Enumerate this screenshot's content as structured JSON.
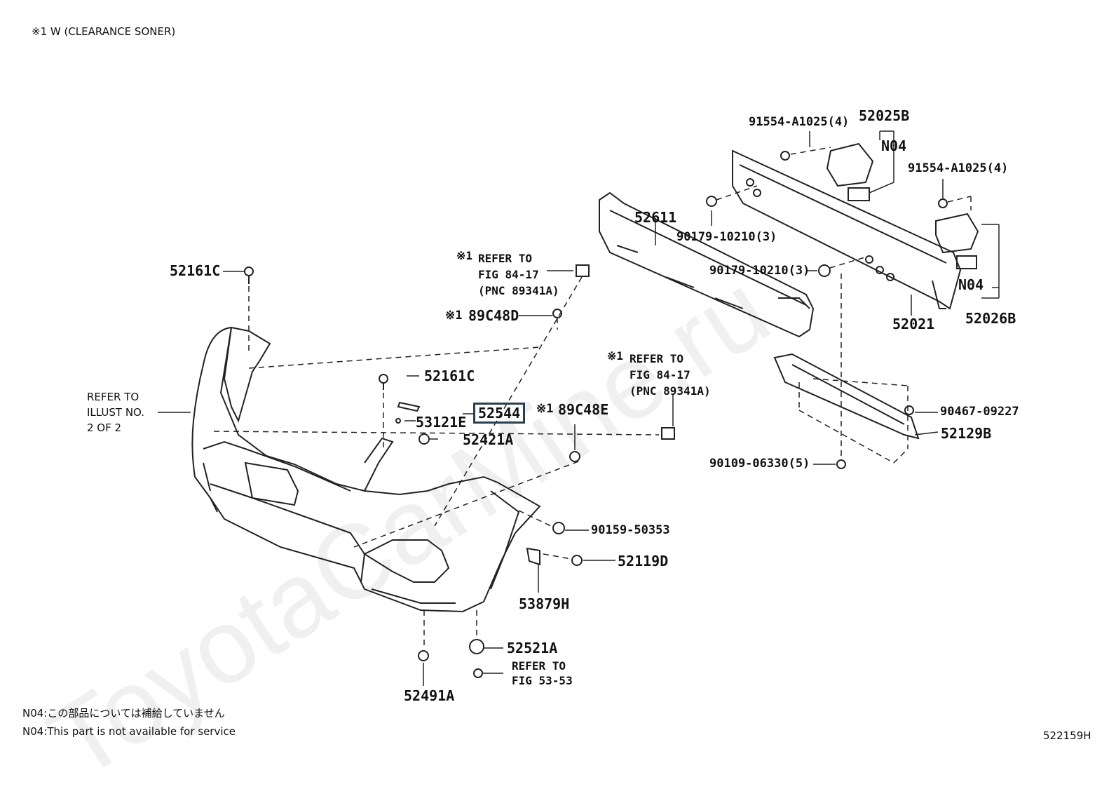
{
  "note_top": "※1 W (CLEARANCE SONER)",
  "watermark": "ToyotaCarMine.ru",
  "labels": {
    "p52161C_a": "52161C",
    "p52161C_b": "52161C",
    "p52611": "52611",
    "p91554_a": "91554-A1025(4)",
    "p91554_b": "91554-A1025(4)",
    "p52025B": "52025B",
    "n04_a": "N04",
    "n04_b": "N04",
    "p90179_a": "90179-10210(3)",
    "p90179_b": "90179-10210(3)",
    "p52021": "52021",
    "p52026B": "52026B",
    "ref1_mark": "※1",
    "ref1_text": "REFER TO\nFIG 84-17\n(PNC 89341A)",
    "p89C48D_mark": "※1",
    "p89C48D": "89C48D",
    "ref2_mark": "※1",
    "ref2_text": "REFER TO\nFIG 84-17\n(PNC 89341A)",
    "p90467": "90467-09227",
    "p52129B": "52129B",
    "p90109": "90109-06330(5)",
    "refer_illust": "REFER TO\nILLUST NO.\n2 OF 2",
    "p53121E": "53121E",
    "p52544": "52544",
    "p89C48E_mark": "※1",
    "p89C48E": "89C48E",
    "p52421A": "52421A",
    "p90159": "90159-50353",
    "p52119D": "52119D",
    "p53879H": "53879H",
    "p52521A": "52521A",
    "ref53": "REFER TO\nFIG 53-53",
    "p52491A": "52491A"
  },
  "notes": {
    "jp": "N04:この部品については補給していません",
    "en": "N04:This part is not available for service"
  },
  "figure_id": "522159H"
}
